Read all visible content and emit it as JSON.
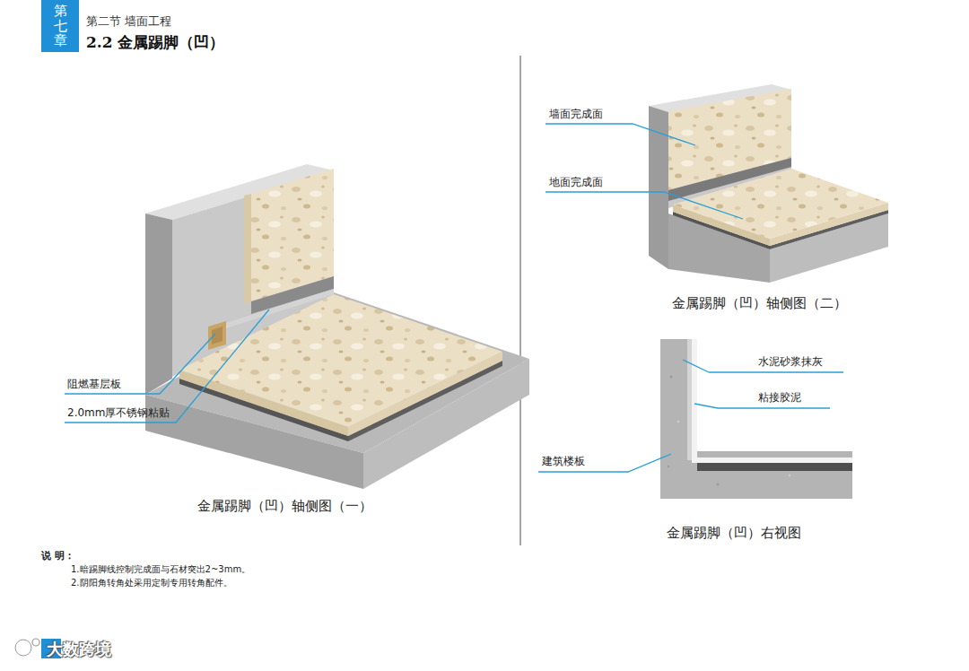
{
  "diagram": {
    "title": "2.2 金属踢脚（凹）",
    "nodes": [
      {
        "text": [
          "第七章"
        ]
      }
    ],
    "labels": [
      "第二节 墙面工程",
      "阻燃基层板",
      "2.0mm厚不锈钢粘贴",
      "金属踢脚（凹）轴侧图（一）",
      "墙面完成面",
      "地面完成面",
      "金属踢脚（凹）轴侧图（二）",
      "水泥砂浆抹灰",
      "粘接胶泥",
      "建筑楼板",
      "金属踢脚（凹）右视图",
      "说 明：",
      "1.暗踢脚线控制完成面与石材突出2~3mm。",
      "2.阴阳角转角处采用定制专用转角配件。",
      "大数跨境"
    ]
  }
}
